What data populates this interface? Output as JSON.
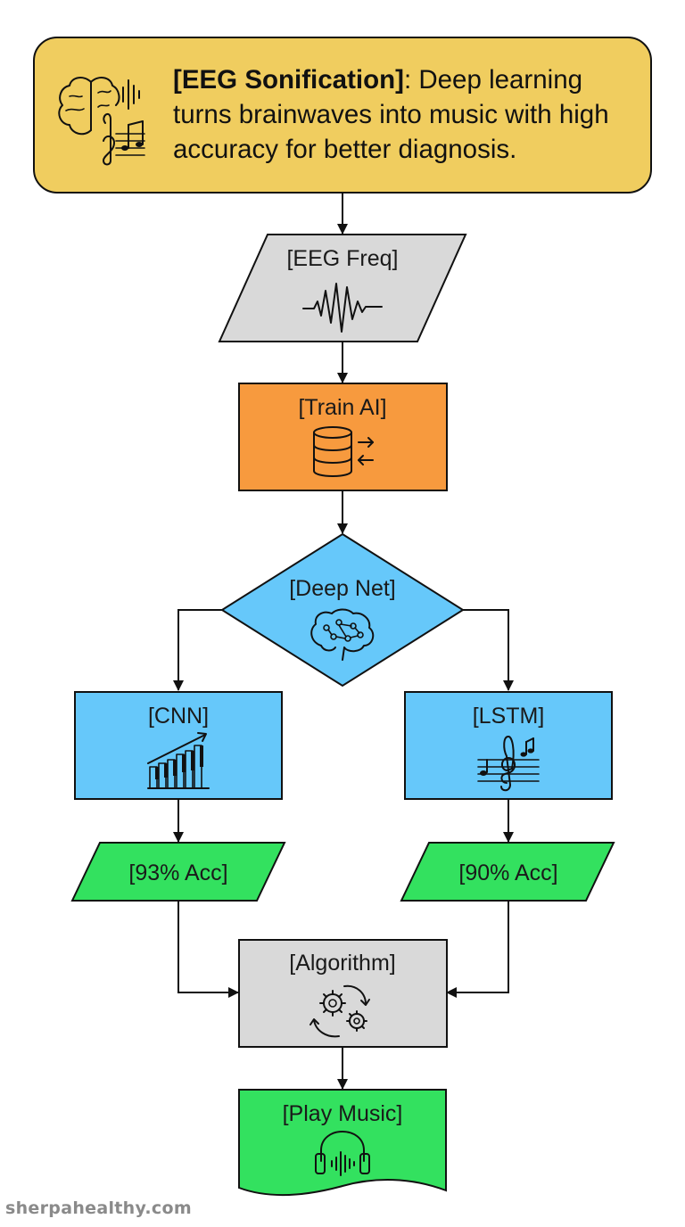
{
  "header": {
    "title_bold": "[EEG Sonification]",
    "title_rest": ": Deep learning turns brainwaves into music with high accuracy for better diagnosis.",
    "icon": "brain-music-icon"
  },
  "nodes": {
    "eeg_freq": {
      "label": "[EEG Freq]",
      "icon": "waveform-icon"
    },
    "train_ai": {
      "label": "[Train AI]",
      "icon": "database-icon"
    },
    "deep_net": {
      "label": "[Deep Net]",
      "icon": "brain-network-icon"
    },
    "cnn": {
      "label": "[CNN]",
      "icon": "bar-chart-growth-icon"
    },
    "lstm": {
      "label": "[LSTM]",
      "icon": "treble-clef-icon"
    },
    "acc_cnn": {
      "label": "[93% Acc]"
    },
    "acc_lstm": {
      "label": "[90% Acc]"
    },
    "algorithm": {
      "label": "[Algorithm]",
      "icon": "gears-cycle-icon"
    },
    "play_music": {
      "label": "[Play Music]",
      "icon": "headphones-icon"
    }
  },
  "colors": {
    "header": "#F0CD5F",
    "eeg_freq": "#D9D9D9",
    "train_ai": "#F79A3E",
    "deep_net": "#66C8FA",
    "cnn": "#66C8FA",
    "lstm": "#66C8FA",
    "accuracy": "#33E15F",
    "algorithm": "#D9D9D9",
    "play_music": "#33E15F",
    "stroke": "#111111"
  },
  "footer": {
    "watermark": "sherpahealthy.com"
  }
}
